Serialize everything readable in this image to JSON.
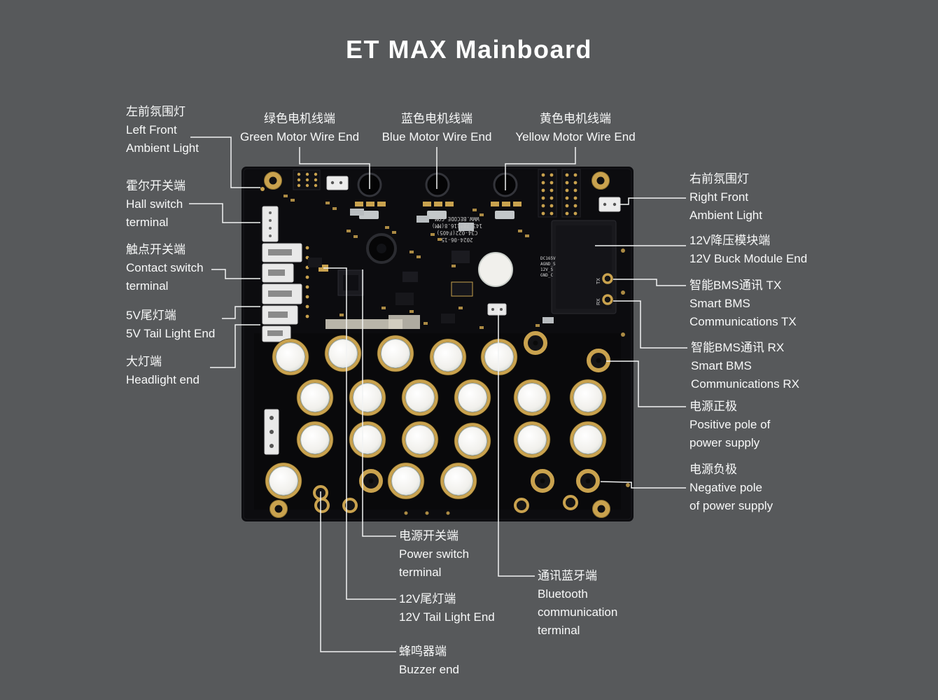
{
  "title": "ET MAX Mainboard",
  "labels": {
    "left_front": {
      "lines": [
        "左前氛围灯",
        "Left Front",
        "Ambient Light"
      ]
    },
    "hall_switch": {
      "lines": [
        "霍尔开关端",
        "Hall switch",
        "terminal"
      ]
    },
    "contact_switch": {
      "lines": [
        "触点开关端",
        "Contact switch",
        "terminal"
      ]
    },
    "tail_5v": {
      "lines": [
        "5V尾灯端",
        "5V Tail Light End"
      ]
    },
    "headlight": {
      "lines": [
        "大灯端",
        "Headlight end"
      ]
    },
    "green_motor": {
      "lines": [
        "绿色电机线端",
        "Green Motor Wire End"
      ]
    },
    "blue_motor": {
      "lines": [
        "蓝色电机线端",
        "Blue Motor Wire End"
      ]
    },
    "yellow_motor": {
      "lines": [
        "黄色电机线端",
        "Yellow Motor Wire End"
      ]
    },
    "right_front": {
      "lines": [
        "右前氛围灯",
        "Right Front",
        "Ambient Light"
      ]
    },
    "buck_module": {
      "lines": [
        "12V降压模块端",
        "12V Buck Module End"
      ]
    },
    "bms_tx": {
      "lines": [
        "智能BMS通讯 TX",
        "Smart BMS",
        "Communications TX"
      ]
    },
    "bms_rx": {
      "lines": [
        "智能BMS通讯 RX",
        "Smart BMS",
        "Communications RX"
      ]
    },
    "power_positive": {
      "lines": [
        "电源正极",
        "Positive pole of",
        "power supply"
      ]
    },
    "power_negative": {
      "lines": [
        "电源负极",
        "Negative pole",
        "of power supply"
      ]
    },
    "power_switch": {
      "lines": [
        "电源开关端",
        "Power switch",
        "terminal"
      ]
    },
    "tail_12v": {
      "lines": [
        "12V尾灯端",
        "12V Tail Light End"
      ]
    },
    "buzzer": {
      "lines": [
        "蜂鸣器端",
        "Buzzer end"
      ]
    },
    "bluetooth": {
      "lines": [
        "通讯蓝牙端",
        "Bluetooth",
        "communication",
        "terminal"
      ]
    }
  },
  "board": {
    "silkscreen": [
      "2024-06-15",
      "C34-022(F405)",
      "143.78*116.8(MM)",
      "WWW.BECODE.COM"
    ],
    "module_pins": [
      "DC165V",
      "AGND_S",
      "12V_S",
      "GND_C"
    ],
    "tx_label": "TX",
    "rx_label": "RX"
  },
  "colors": {
    "background": "#57595B",
    "board": "#0C0C0F",
    "gold": "#C9A24E",
    "label_text": "#F8F9F9",
    "leader_line": "#FFFFFF"
  }
}
